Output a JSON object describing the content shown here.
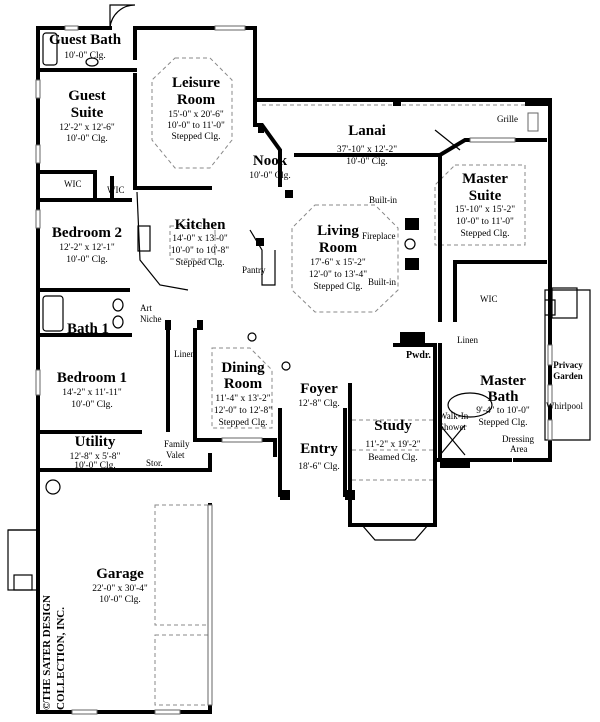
{
  "rooms": {
    "guest_bath": {
      "name": "Guest Bath",
      "ceiling": "10'-0\" Clg."
    },
    "guest_suite": {
      "name1": "Guest",
      "name2": "Suite",
      "size": "12'-2\" x 12'-6\"",
      "ceiling": "10'-0\" Clg."
    },
    "leisure": {
      "name1": "Leisure",
      "name2": "Room",
      "size": "15'-0\" x 20'-6\"",
      "ceiling": "10'-0\" to 11'-0\"",
      "note": "Stepped Clg."
    },
    "nook": {
      "name": "Nook",
      "ceiling": "10'-0\" Clg."
    },
    "lanai": {
      "name": "Lanai",
      "size": "37'-10\" x 12'-2\"",
      "ceiling": "10'-0\" Clg."
    },
    "master_suite": {
      "name1": "Master",
      "name2": "Suite",
      "size": "15'-10\" x 15'-2\"",
      "ceiling": "10'-0\" to 11'-0\"",
      "note": "Stepped Clg."
    },
    "kitchen": {
      "name": "Kitchen",
      "size": "14'-0\" x 13'-0\"",
      "ceiling": "10'-0\" to 10'-8\"",
      "note": "Stepped Clg."
    },
    "bedroom2": {
      "name": "Bedroom 2",
      "size": "12'-2\" x 12'-1\"",
      "ceiling": "10'-0\" Clg."
    },
    "living": {
      "name1": "Living",
      "name2": "Room",
      "size": "17'-6\" x 15'-2\"",
      "ceiling": "12'-0\" to 13'-4\"",
      "note": "Stepped Clg."
    },
    "bath1": {
      "name": "Bath 1"
    },
    "bedroom1": {
      "name": "Bedroom 1",
      "size": "14'-2\" x 11'-11\"",
      "ceiling": "10'-0\" Clg."
    },
    "dining": {
      "name1": "Dining",
      "name2": "Room",
      "size": "11'-4\" x 13'-2\"",
      "ceiling": "12'-0\" to 12'-8\"",
      "note": "Stepped Clg."
    },
    "foyer": {
      "name": "Foyer",
      "ceiling": "12'-8\" Clg."
    },
    "entry": {
      "name": "Entry",
      "ceiling": "18'-6\" Clg."
    },
    "study": {
      "name": "Study",
      "size": "11'-2\" x 19'-2\"",
      "ceiling": "Beamed Clg."
    },
    "master_bath": {
      "name1": "Master",
      "name2": "Bath",
      "size": "9'-4\" to 10'-0\"",
      "note": "Stepped Clg."
    },
    "utility": {
      "name": "Utility",
      "size": "12'-8\" x 5'-8\"",
      "ceiling": "10'-0\" Clg."
    },
    "garage": {
      "name": "Garage",
      "size": "22'-0\" x 30'-4\"",
      "ceiling": "10'-0\" Clg."
    },
    "privacy_garden": {
      "name1": "Privacy",
      "name2": "Garden"
    }
  },
  "labels": {
    "wic": "WIC",
    "pantry": "Pantry",
    "built_in": "Built-in",
    "fireplace": "Fireplace",
    "grille": "Grille",
    "art": "Art",
    "niche": "Niche",
    "linen": "Linen",
    "pwdr": "Pwdr.",
    "walk_in": "Walk-In",
    "shower": "Shower",
    "whirlpool": "Whirlpool",
    "dressing": "Dressing",
    "area": "Area",
    "family": "Family",
    "valet": "Valet",
    "stor": "Stor."
  },
  "copyright": {
    "line1": "©THE SATER DESIGN",
    "line2": "COLLECTION, INC."
  }
}
